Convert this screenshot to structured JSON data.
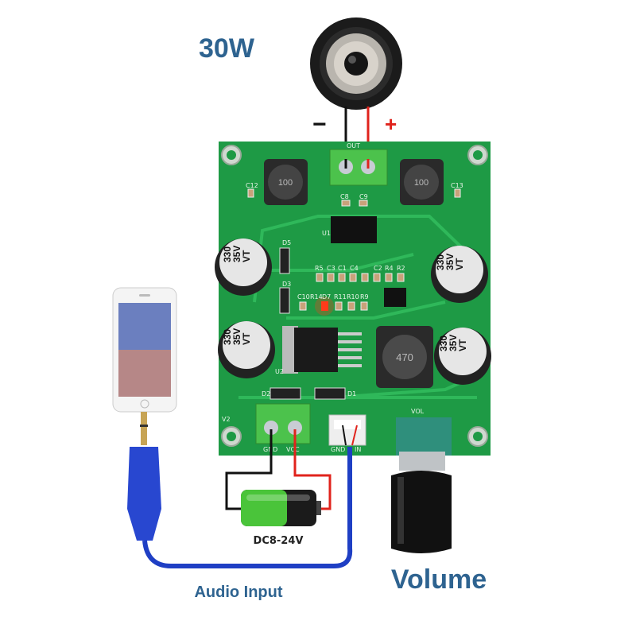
{
  "labels": {
    "power": "30W",
    "minus": "−",
    "plus": "+",
    "battery": "DC8-24V",
    "volume": "Volume",
    "audio_input": "Audio Input"
  },
  "board": {
    "out": "OUT",
    "v2": "V2",
    "gnd": "GND",
    "vcc": "VCC",
    "in_gnd": "GND",
    "in": "IN",
    "vol": "VOL",
    "u1": "U1",
    "u2": "U2",
    "inductor_left": "100",
    "inductor_right": "100",
    "inductor_main": "470",
    "cap_line1": "330",
    "cap_line2": "35V",
    "cap_line3": "VT",
    "silk": [
      "C12",
      "C8",
      "C9",
      "C13",
      "D5",
      "D3",
      "R5",
      "C3",
      "C1",
      "C4",
      "C2",
      "R4",
      "R2",
      "C10",
      "R14",
      "D7",
      "R11",
      "R10",
      "R9",
      "D2",
      "D1"
    ]
  },
  "colors": {
    "board": "#1e9a45",
    "trace": "#2fb85a",
    "title_blue": "#2e6390",
    "cable_blue": "#1f3fc4",
    "wire_red": "#e0231c",
    "wire_black": "#111111",
    "led_red": "#ff3a1a"
  }
}
